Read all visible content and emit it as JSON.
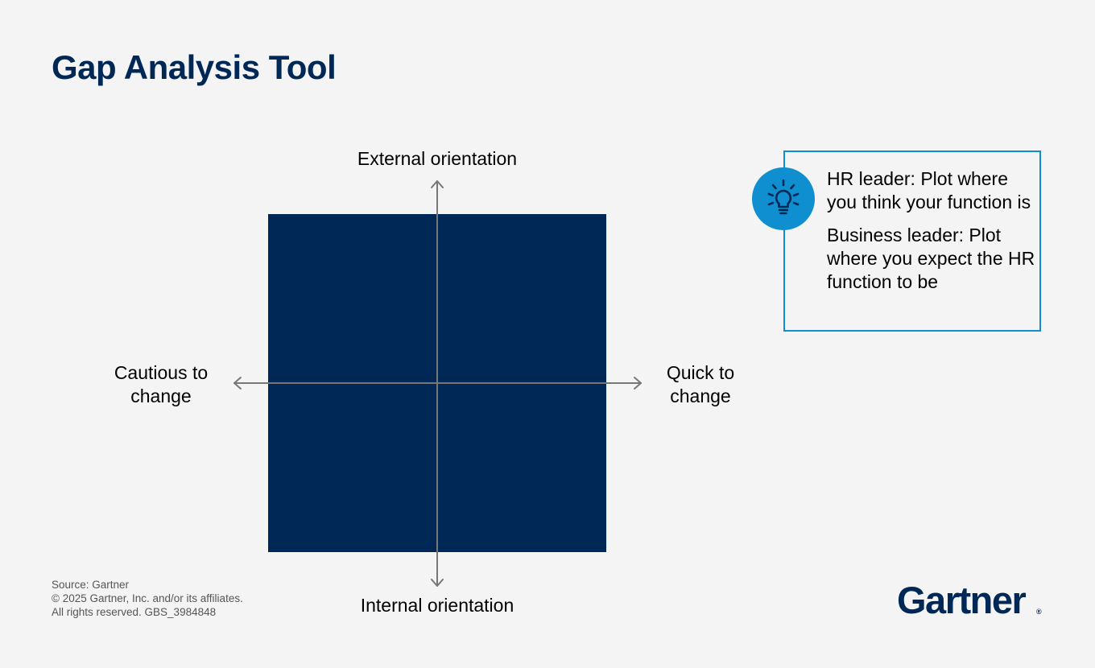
{
  "title": "Gap Analysis Tool",
  "axes": {
    "top": "External orientation",
    "bottom": "Internal orientation",
    "left": [
      "Cautious to",
      "change"
    ],
    "right": [
      "Quick to",
      "change"
    ]
  },
  "tip": {
    "icon": "lightbulb-icon",
    "hr_leader": "HR leader: Plot where you think your function is",
    "business_leader": "Business leader: Plot where you expect the HR function to be"
  },
  "source": {
    "line1": "Source: Gartner",
    "line2": "© 2025 Gartner, Inc. and/or its affiliates.",
    "line3": "All rights reserved. GBS_3984848"
  },
  "logo": {
    "text": "Gartner",
    "mark": "®"
  },
  "colors": {
    "navy": "#002856",
    "accent_blue": "#0f8fd0",
    "axis_gray": "#777777",
    "background": "#f4f4f4"
  }
}
